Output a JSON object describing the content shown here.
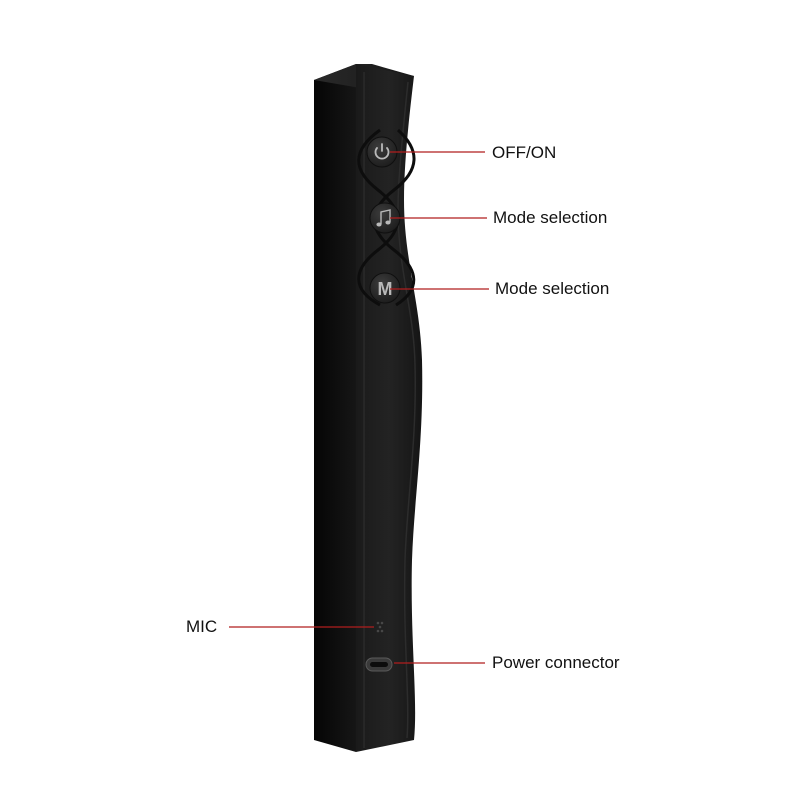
{
  "callouts": {
    "power_button": "OFF/ON",
    "music_button": "Mode selection",
    "m_button": "Mode selection",
    "mic": "MIC",
    "power_connector": "Power connector"
  },
  "device": {
    "m_button_glyph": "M",
    "icons": [
      "power-icon",
      "music-note-icon",
      "m-letter-icon",
      "mic-hole-icon",
      "usb-c-port-icon"
    ]
  },
  "colors": {
    "background": "#ffffff",
    "device_body": "#141414",
    "leader_line": "#b01e1e",
    "label_text": "#111111"
  }
}
